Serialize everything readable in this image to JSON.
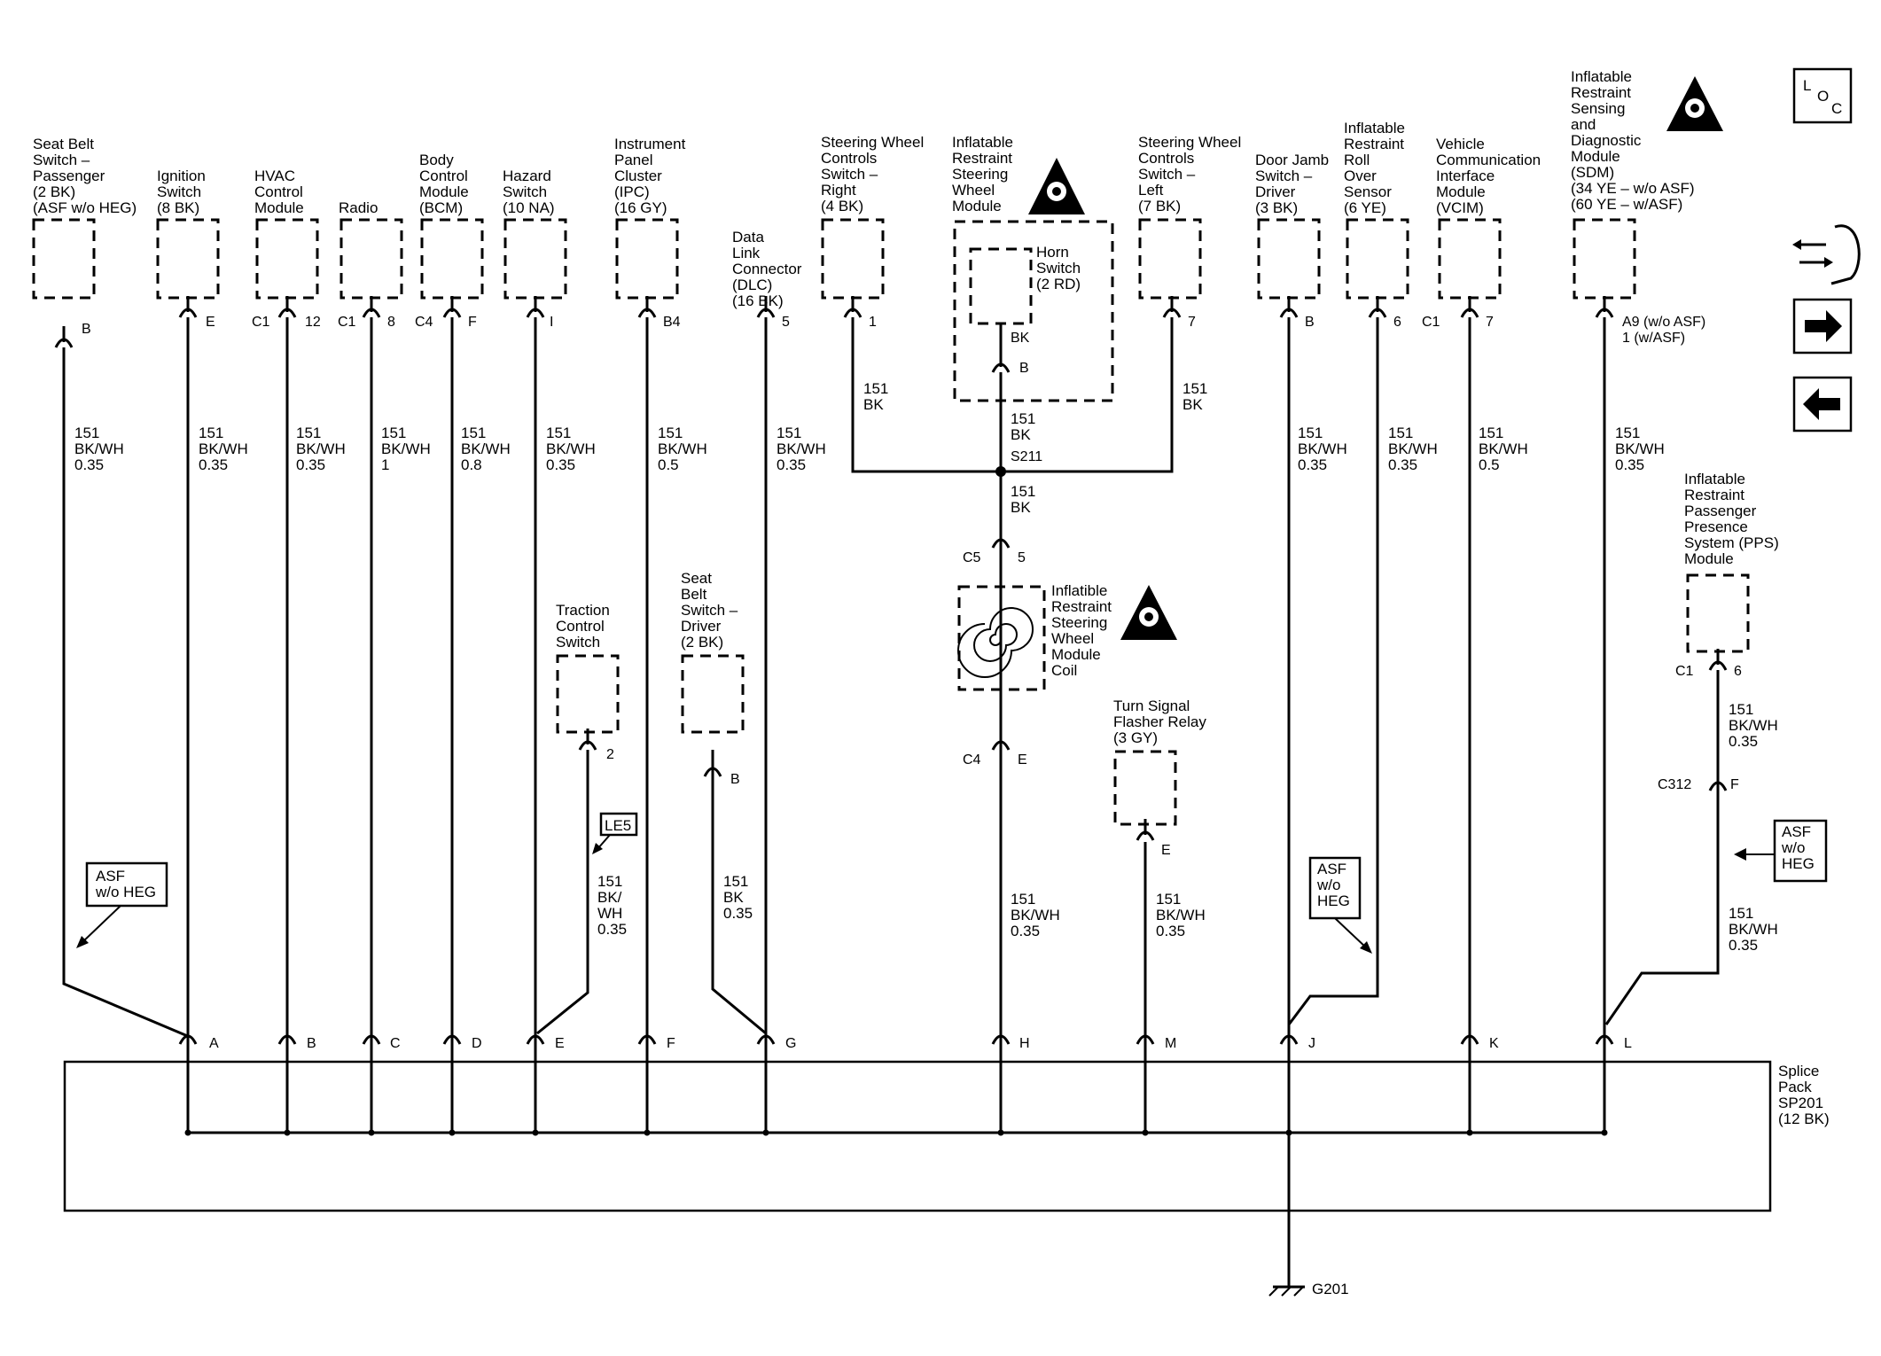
{
  "components": {
    "seatbelt_pass": [
      "Seat Belt",
      "Switch –",
      "Passenger",
      "(2 BK)",
      "(ASF w/o HEG)"
    ],
    "ignition": [
      "Ignition",
      "Switch",
      "(8 BK)"
    ],
    "hvac": [
      "HVAC",
      "Control",
      "Module"
    ],
    "radio": [
      "Radio"
    ],
    "bcm": [
      "Body",
      "Control",
      "Module",
      "(BCM)"
    ],
    "hazard": [
      "Hazard",
      "Switch",
      "(10 NA)"
    ],
    "ipc": [
      "Instrument",
      "Panel",
      "Cluster",
      "(IPC)",
      "(16 GY)"
    ],
    "dlc": [
      "Data",
      "Link",
      "Connector",
      "(DLC)",
      "(16 BK)"
    ],
    "swc_right": [
      "Steering Wheel",
      "Controls",
      "Switch –",
      "Right",
      "(4 BK)"
    ],
    "ir_sw_module": [
      "Inflatable",
      "Restraint",
      "Steering",
      "Wheel",
      "Module"
    ],
    "horn": [
      "Horn",
      "Switch",
      "(2 RD)"
    ],
    "swc_left": [
      "Steering Wheel",
      "Controls",
      "Switch –",
      "Left",
      "(7 BK)"
    ],
    "doorjamb": [
      "Door Jamb",
      "Switch –",
      "Driver",
      "(3 BK)"
    ],
    "rollover": [
      "Inflatable",
      "Restraint",
      "Roll",
      "Over",
      "Sensor",
      "(6 YE)"
    ],
    "vcim": [
      "Vehicle",
      "Communication",
      "Interface",
      "Module",
      "(VCIM)"
    ],
    "sdm": [
      "Inflatable",
      "Restraint",
      "Sensing",
      "and",
      "Diagnostic",
      "Module",
      "(SDM)",
      "(34 YE – w/o ASF)",
      "(60 YE – w/ASF)"
    ],
    "pps": [
      "Inflatable",
      "Restraint",
      "Passenger",
      "Presence",
      "System (PPS)",
      "Module"
    ],
    "traction": [
      "Traction",
      "Control",
      "Switch"
    ],
    "seatbelt_drv": [
      "Seat",
      "Belt",
      "Switch –",
      "Driver",
      "(2 BK)"
    ],
    "coil": [
      "Inflatible",
      "Restraint",
      "Steering",
      "Wheel",
      "Module",
      "Coil"
    ],
    "turnsignal": [
      "Turn Signal",
      "Flasher Relay",
      "(3 GY)"
    ],
    "splice": [
      "Splice",
      "Pack",
      "SP201",
      "(12 BK)"
    ],
    "ground": "G201"
  },
  "pins": {
    "seatbelt_pass": "B",
    "ignition": "E",
    "hvac_conn": "C1",
    "hvac": "12",
    "radio_conn": "C1",
    "radio": "8",
    "bcm_conn": "C4",
    "bcm": "F",
    "hazard": "I",
    "ipc": "B4",
    "dlc": "5",
    "swc_right": "1",
    "horn_bk": "BK",
    "horn": "B",
    "swc_left": "7",
    "doorjamb": "B",
    "rollover": "6",
    "vcim_conn": "C1",
    "vcim": "7",
    "sdm": "A9 (w/o ASF)",
    "sdm2": "1 (w/ASF)",
    "c5": "C5",
    "c5_pin": "5",
    "c4": "C4",
    "c4_pin": "E",
    "traction": "2",
    "seatbelt_drv": "B",
    "turnsignal": "E",
    "pps_conn": "C1",
    "pps": "6",
    "c312": "C312",
    "c312_pin": "F",
    "s211": "S211",
    "splice_pins": [
      "A",
      "B",
      "C",
      "D",
      "E",
      "F",
      "G",
      "H",
      "M",
      "J",
      "K",
      "L"
    ]
  },
  "wires": {
    "w_a": [
      "151",
      "BK/WH",
      "0.35"
    ],
    "w_ign": [
      "151",
      "BK/WH",
      "0.35"
    ],
    "w_hvac": [
      "151",
      "BK/WH",
      "0.35"
    ],
    "w_radio": [
      "151",
      "BK/WH",
      "1"
    ],
    "w_bcm": [
      "151",
      "BK/WH",
      "0.8"
    ],
    "w_hazard": [
      "151",
      "BK/WH",
      "0.35"
    ],
    "w_ipc": [
      "151",
      "BK/WH",
      "0.5"
    ],
    "w_dlc": [
      "151",
      "BK/WH",
      "0.35"
    ],
    "w_swcr": [
      "151",
      "BK"
    ],
    "w_horn": [
      "151",
      "BK"
    ],
    "w_swcl": [
      "151",
      "BK"
    ],
    "w_s211": [
      "151",
      "BK"
    ],
    "w_door": [
      "151",
      "BK/WH",
      "0.35"
    ],
    "w_roll": [
      "151",
      "BK/WH",
      "0.35"
    ],
    "w_vcim": [
      "151",
      "BK/WH",
      "0.5"
    ],
    "w_sdm": [
      "151",
      "BK/WH",
      "0.35"
    ],
    "w_pps": [
      "151",
      "BK/WH",
      "0.35"
    ],
    "w_pps2": [
      "151",
      "BK/WH",
      "0.35"
    ],
    "w_trac": [
      "151",
      "BK/",
      "WH",
      "0.35"
    ],
    "w_sbd": [
      "151",
      "BK",
      "0.35"
    ],
    "w_coil": [
      "151",
      "BK/WH",
      "0.35"
    ],
    "w_turn": [
      "151",
      "BK/WH",
      "0.35"
    ]
  },
  "options": {
    "asf_left": [
      "ASF",
      "w/o HEG"
    ],
    "asf_j": [
      "ASF",
      "w/o",
      "HEG"
    ],
    "asf_right": [
      "ASF",
      "w/o",
      "HEG"
    ],
    "le5": "LE5"
  },
  "nav": {
    "loc_l": "L",
    "loc_o": "O",
    "loc_c": "C"
  }
}
